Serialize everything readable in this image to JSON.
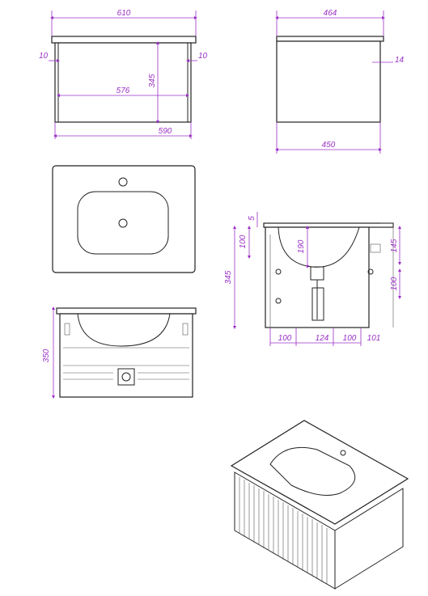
{
  "drawing": {
    "front": {
      "overall_width": "610",
      "side_gap_left": "10",
      "side_gap_right": "10",
      "inner_width": "576",
      "body_width": "590",
      "height": "345"
    },
    "side": {
      "top_depth": "464",
      "step": "14",
      "body_depth": "450"
    },
    "section": {
      "top_offset": "5",
      "top_height": "100",
      "bowl_depth": "190",
      "total_height": "345",
      "right_top": "145",
      "right_panel": "100",
      "bottom_1": "100",
      "bottom_2": "124",
      "bottom_3": "100",
      "bottom_4": "101"
    },
    "back": {
      "height": "350"
    }
  },
  "colors": {
    "dimension": "#9b30c6",
    "outline": "#222222"
  }
}
